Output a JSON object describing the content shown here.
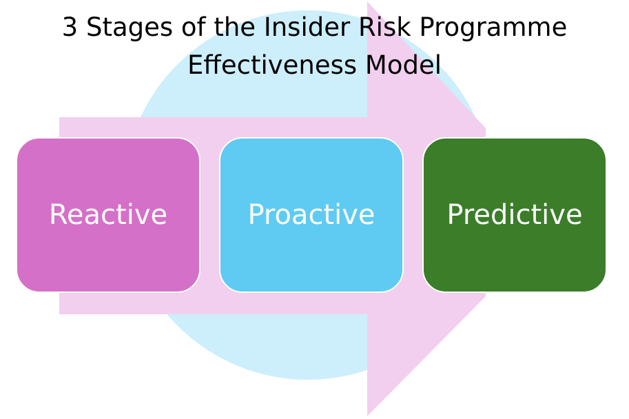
{
  "title": {
    "line1": "3 Stages of the Insider Risk Programme",
    "line2": "Effectiveness Model"
  },
  "stages": [
    {
      "label": "Reactive",
      "color": "#d570c8"
    },
    {
      "label": "Proactive",
      "color": "#5fcbf2"
    },
    {
      "label": "Predictive",
      "color": "#3b7d29"
    }
  ],
  "colors": {
    "circle": "#cdeefb",
    "arrow": "#f2cfee"
  }
}
